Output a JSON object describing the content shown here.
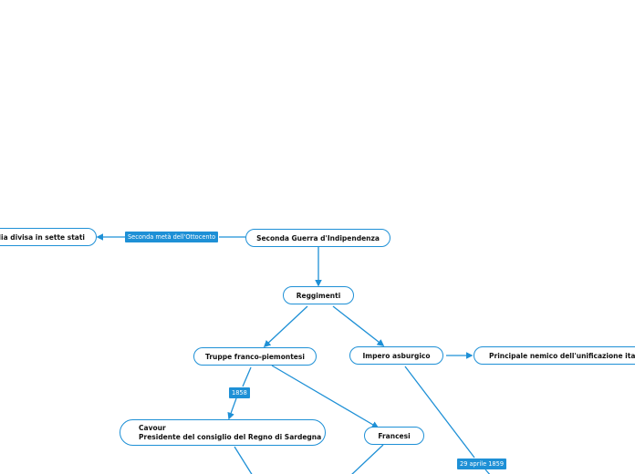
{
  "nodes": {
    "center": "Seconda Guerra d'Indipendenza",
    "italia": "Italia divisa in sette stati",
    "reggimenti": "Reggimenti",
    "truppe": "Truppe franco-piemontesi",
    "impero": "Impero asburgico",
    "nemico": "Principale nemico dell'unificazione italiana",
    "cavour_name": "Cavour",
    "cavour_role": "Presidente del consiglio del Regno di Sardegna",
    "francesi": "Francesi"
  },
  "labels": {
    "seconda_meta": "Seconda metà dell'Ottocento",
    "year_1858": "1858",
    "date_1859": "29 aprile 1859"
  },
  "colors": {
    "accent": "#1e90d6",
    "text": "#111111",
    "background": "#ffffff"
  }
}
